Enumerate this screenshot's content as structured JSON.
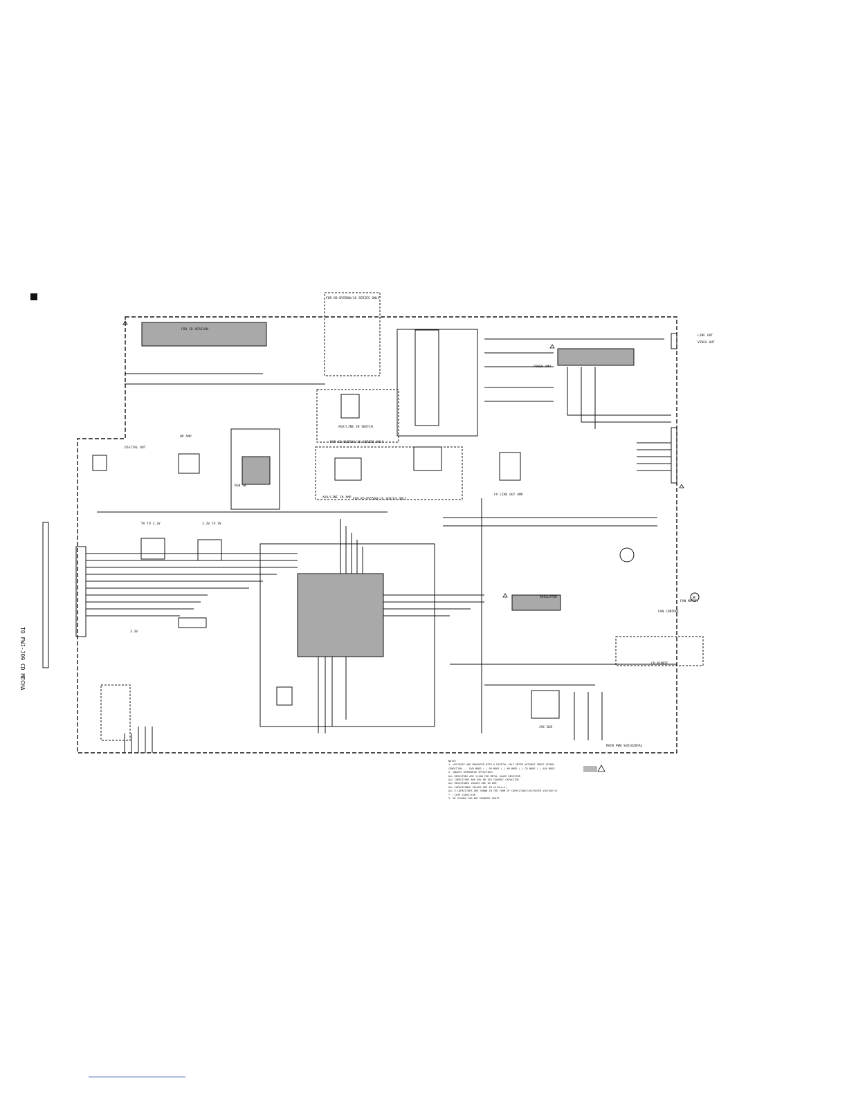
{
  "labels": {
    "side_title": "TO FWJ-J09 CD MECHA",
    "top_frame": "FOR KD-DV5500/J6 SERIES ONLY",
    "cd_board_note": "FOR CD VERSION",
    "power_amp": "POWER AMP",
    "line_out": "LINE OUT",
    "video_out": "VIDEO OUT",
    "digital_out": "DIGITAL OUT",
    "aux_switch": "AUX/LINE IN SWITCH",
    "aux_only": "FOR KD-DV5500/J6 SERIES ONLY",
    "aux_amp": "AUX/LINE IN AMP",
    "aux_only2": "FOR KD-DV5500/J6 SERIES ONLY",
    "reg_5v33": "5V TO 3.3V",
    "reg_33v": "3.3V TO 3V",
    "eeprom": "3.3V",
    "regulator": "REGULATOR",
    "fan_motor": "FAN MOTOR",
    "fan_control": "FAN CONTROL",
    "cd_remote": "CD REMOTE",
    "jvc_bus": "JVC BUS",
    "main_pwb": "MAIN PWB  SED10205A1",
    "rgb_sw": "RGB SW",
    "hp_amp": "HP AMP",
    "fm_amp": "FV LINE OUT AMP"
  },
  "notes": {
    "title": "NOTES",
    "lines": [
      "1. VOLTAGES ARE MEASURED WITH A DIGITAL VOLT METER WITHOUT INPUT SIGNAL",
      "   CONDITION --- DVD MODE ( ) FM MODE  ( ) AM MODE  ( ) CD MODE  ( ) AUX MODE",
      "2. UNLESS OTHERWISE SPECIFIED:",
      "   ALL RESISTORS ARE 1/10W FOR METAL GLAZE RESISTOR",
      "   ALL CAPACITORS ARE 50V OR 16V CERAMIC CAPACITOR",
      "   ALL RESISTANCE VALUES ARE IN OHM",
      "   ALL CAPACITANCE VALUES ARE IN uF(Micro)",
      "   ALL E-CAPACITORS ARE SHOWN IN THE FORM OF CAPACITANCE/UF/RATED VOLTAGE(V)",
      "   * : CHIP CAPACITOR",
      "3. NC STANDS FOR NOT MOUNTED PARTS"
    ]
  },
  "icons": {
    "warning": "warning-triangle-icon",
    "motor": "motor-symbol-icon",
    "ground": "ground-symbol-icon"
  },
  "colors": {
    "ink": "#111111",
    "ic_fill": "#a9a9a9",
    "legend_fill": "#b8b8b8"
  }
}
